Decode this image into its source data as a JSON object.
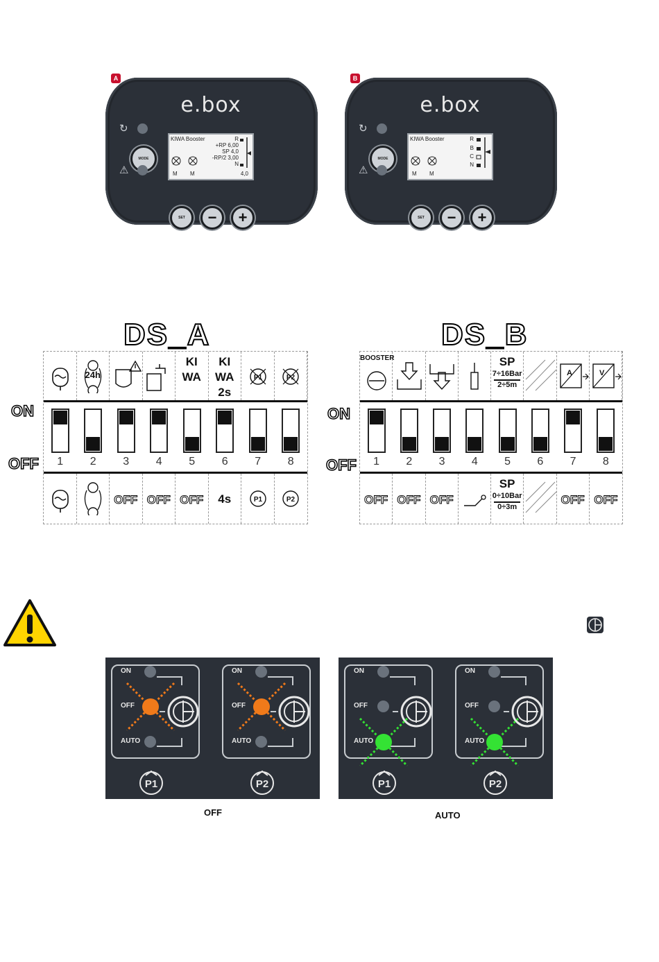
{
  "controllers": [
    {
      "badge": "A",
      "logo": "e.box",
      "mode_label": "MODE",
      "set_label": "SET",
      "minus_label": "−",
      "plus_label": "+",
      "lcd": {
        "title": "KIWA Booster",
        "lines": [
          "R",
          "+RP 6,00",
          "SP 4,0",
          "-RP/2 3,00",
          "N"
        ],
        "pump_labels": [
          "M",
          "M"
        ],
        "value": "4,0"
      }
    },
    {
      "badge": "B",
      "logo": "e.box",
      "mode_label": "MODE",
      "set_label": "SET",
      "minus_label": "−",
      "plus_label": "+",
      "lcd": {
        "title": "KIWA Booster",
        "lines": [
          "R",
          "B",
          "C",
          "N"
        ],
        "pump_labels": [
          "M",
          "M"
        ]
      }
    }
  ],
  "ds_a": {
    "title": "DS_A",
    "on_label": "ON",
    "off_label": "OFF",
    "top_row": [
      "",
      "24h",
      "",
      "",
      "KI\nWA",
      "KI\nWA\n2s",
      "",
      ""
    ],
    "top_icons": [
      "tank-icon",
      "pump-cycle-24h-icon",
      "tank-warning-icon",
      "tap-icon",
      "",
      "",
      "pump-p1-disabled-icon",
      "pump-p2-disabled-icon"
    ],
    "numbers": [
      "1",
      "2",
      "3",
      "4",
      "5",
      "6",
      "7",
      "8"
    ],
    "switch_on": [
      true,
      false,
      true,
      true,
      false,
      true,
      false,
      false
    ],
    "bottom_row": [
      "",
      "",
      "OFF",
      "OFF",
      "OFF",
      "4s",
      "P1",
      "P2"
    ],
    "bottom_icons": [
      "tank-icon",
      "pump-cycle-icon",
      "",
      "",
      "",
      "",
      "pump-p1-icon",
      "pump-p2-icon"
    ]
  },
  "ds_b": {
    "title": "DS_B",
    "on_label": "ON",
    "off_label": "OFF",
    "top_row": [
      "BOOSTER",
      "",
      "",
      "",
      "SP",
      "",
      "",
      ""
    ],
    "sp_top": {
      "label": "SP",
      "range": "7÷16",
      "unit": "Bar",
      "time": "2÷5m"
    },
    "top_icons": [
      "booster-icon",
      "inlet-icon",
      "outlet-icon",
      "sensor-icon",
      "",
      "unused-hatch",
      "analog-pressure-icon",
      "voltage-pressure-icon"
    ],
    "numbers": [
      "1",
      "2",
      "3",
      "4",
      "5",
      "6",
      "7",
      "8"
    ],
    "switch_on": [
      true,
      false,
      false,
      false,
      false,
      false,
      true,
      false
    ],
    "bottom_row": [
      "OFF",
      "OFF",
      "OFF",
      "",
      "SP",
      "",
      "OFF",
      "OFF"
    ],
    "sp_bottom": {
      "label": "SP",
      "range": "0÷10",
      "unit": "Bar",
      "time": "0÷3m"
    },
    "bottom_icons": [
      "",
      "",
      "",
      "float-switch-icon",
      "",
      "unused-hatch",
      "",
      ""
    ]
  },
  "panels": {
    "labels": {
      "on": "ON",
      "off": "OFF",
      "auto": "AUTO"
    },
    "pumps": [
      "P1",
      "P2"
    ],
    "captions": [
      "OFF",
      "AUTO"
    ],
    "colors": {
      "off_active": "#f07a1a",
      "auto_active": "#34e234",
      "led_idle": "#6a727c",
      "panel_bg": "#2b3038"
    }
  }
}
